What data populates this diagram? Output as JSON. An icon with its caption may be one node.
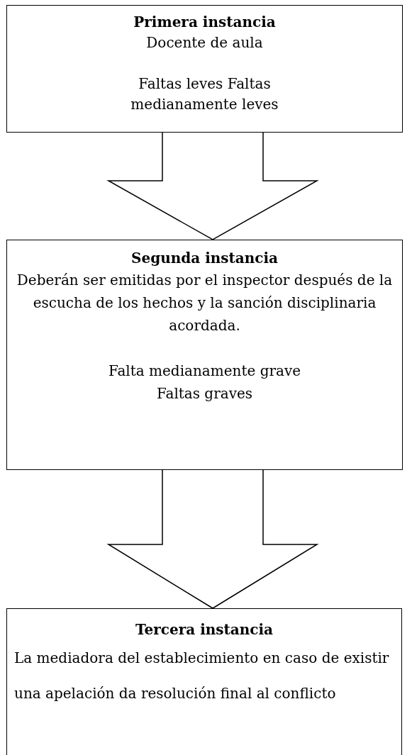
{
  "diagram": {
    "nodes": [
      {
        "text": [
          "Primera instancia",
          "Docente de aula",
          "Faltas leves Faltas medianamente leves"
        ]
      },
      {
        "text": [
          "Segunda instancia",
          "Deberán ser emitidas por el inspector después de la escucha de los hechos y la sanción disciplinaria acordada.",
          "Falta medianamente grave Faltas graves"
        ]
      },
      {
        "text": [
          "Tercera instancia",
          "La mediadora del establecimiento en caso de existir una apelación da resolución final al conflicto"
        ]
      }
    ],
    "edges": [
      {
        "from": 0,
        "to": 1,
        "arrow": "to"
      },
      {
        "from": 1,
        "to": 2,
        "arrow": "to"
      }
    ]
  }
}
